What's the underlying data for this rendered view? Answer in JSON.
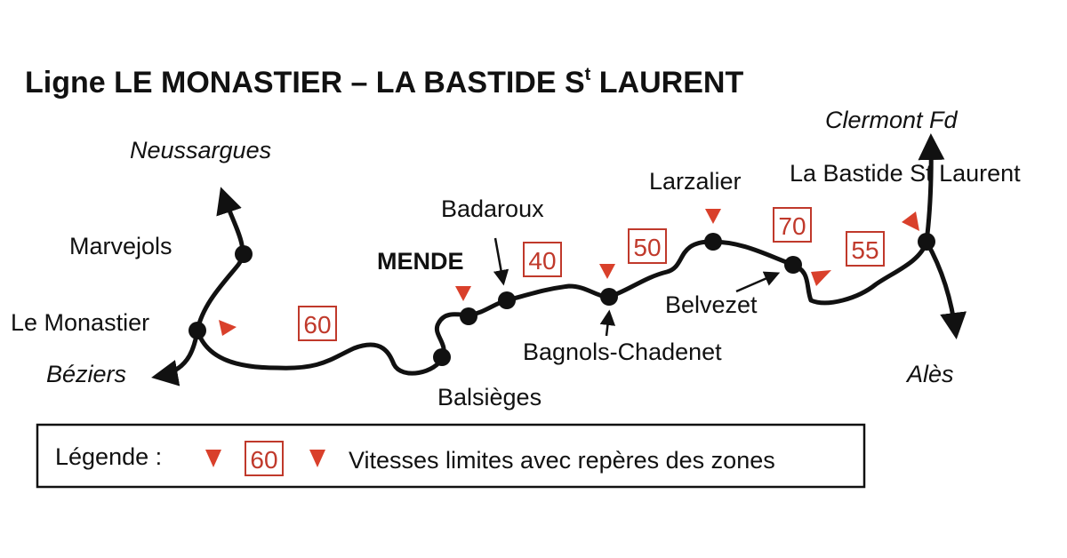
{
  "title": {
    "main": "Ligne  LE  MONASTIER – LA  BASTIDE  S",
    "sup": "t",
    "end": "  LAURENT"
  },
  "stations": {
    "le_monastier": "Le Monastier",
    "marvejols": "Marvejols",
    "balsieges": "Balsièges",
    "mende": "MENDE",
    "badaroux": "Badaroux",
    "bagnols": "Bagnols-Chadenet",
    "larzalier": "Larzalier",
    "belvezet": "Belvezet",
    "la_bastide": "La Bastide St Laurent"
  },
  "destinations": {
    "neussargues": "Neussargues",
    "beziers": "Béziers",
    "clermont": "Clermont Fd",
    "ales": "Alès"
  },
  "speed_limits": {
    "s60": "60",
    "s40": "40",
    "s50": "50",
    "s70": "70",
    "s55": "55"
  },
  "legend": {
    "label": "Légende :",
    "sample_speed": "60",
    "description": "Vitesses limites avec repères des zones"
  },
  "colors": {
    "line": "#111111",
    "speed": "#c0392b",
    "marker": "#d9402b"
  }
}
